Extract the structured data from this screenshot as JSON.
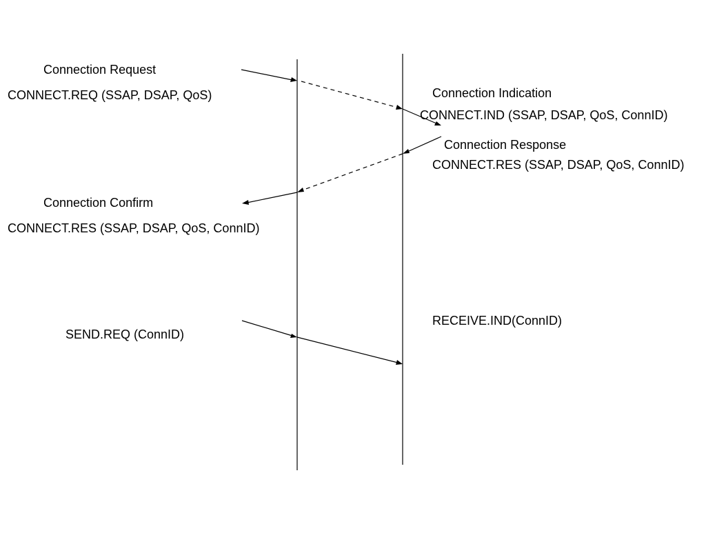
{
  "left_side": {
    "connection_request_title": "Connection Request",
    "connect_req": "CONNECT.REQ (SSAP, DSAP, QoS)",
    "connection_confirm_title": "Connection Confirm",
    "connect_conf": "CONNECT.RES (SSAP, DSAP, QoS, ConnID)",
    "send_req": "SEND.REQ (ConnID)"
  },
  "right_side": {
    "connection_indication_title": "Connection Indication",
    "connect_ind": "CONNECT.IND (SSAP, DSAP, QoS, ConnID)",
    "connection_response_title": "Connection Response",
    "connect_res": "CONNECT.RES (SSAP, DSAP, QoS, ConnID)",
    "receive_ind": "RECEIVE.IND(ConnID)"
  },
  "colors": {
    "line": "#000000",
    "background": "#ffffff"
  }
}
